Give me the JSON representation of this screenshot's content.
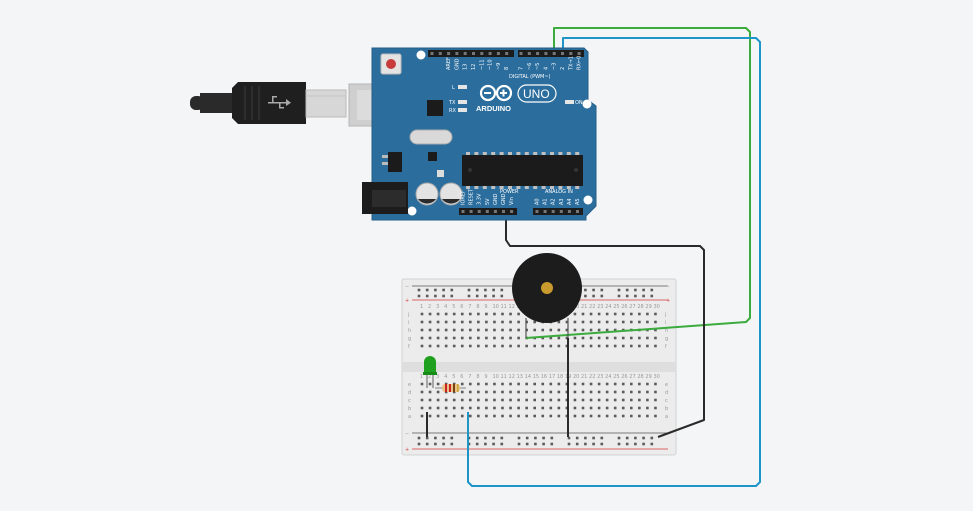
{
  "colors": {
    "background": "#f4f5f6",
    "board": "#2b6e9e",
    "board_edge": "#245d87",
    "wire_green": "#3bab3d",
    "wire_blue": "#1e95c9",
    "wire_black": "#2a2a2a",
    "led": "#1fa11f",
    "breadboard": "#eeeeee",
    "rail_red": "#d53a3a",
    "buzzer": "#1c1c1c",
    "buzzer_center": "#c99a2e"
  },
  "arduino": {
    "brand": "ARDUINO",
    "model": "UNO",
    "digital_label": "DIGITAL (PWM~)",
    "power_label": "POWER",
    "analog_label": "ANALOG IN",
    "on_label": "ON",
    "led_l": "L",
    "led_tx": "TX",
    "led_rx": "RX",
    "digital_pins": [
      "AREF",
      "GND",
      "13",
      "12",
      "~11",
      "~10",
      "~9",
      "8",
      "7",
      "~6",
      "~5",
      "4",
      "~3",
      "2",
      "TX→1",
      "RX←0"
    ],
    "power_pins": [
      "IOREF",
      "RESET",
      "3.3V",
      "5V",
      "GND",
      "GND",
      "Vin"
    ],
    "analog_pins": [
      "A0",
      "A1",
      "A2",
      "A3",
      "A4",
      "A5"
    ]
  },
  "breadboard": {
    "columns": 30,
    "row_letters_top": [
      "j",
      "i",
      "h",
      "g",
      "f"
    ],
    "row_letters_bottom": [
      "e",
      "d",
      "c",
      "b",
      "a"
    ],
    "rail_minus": "−",
    "rail_plus": "+"
  },
  "components": [
    "usb-cable",
    "arduino-uno",
    "breadboard",
    "piezo-buzzer",
    "green-led",
    "resistor"
  ],
  "wires": [
    {
      "name": "green-wire",
      "color": "#3bab3d"
    },
    {
      "name": "blue-wire",
      "color": "#1e95c9"
    },
    {
      "name": "black-wire-gnd",
      "color": "#2a2a2a"
    },
    {
      "name": "black-jumper-led",
      "color": "#2a2a2a"
    },
    {
      "name": "black-jumper-buzzer",
      "color": "#2a2a2a"
    }
  ]
}
